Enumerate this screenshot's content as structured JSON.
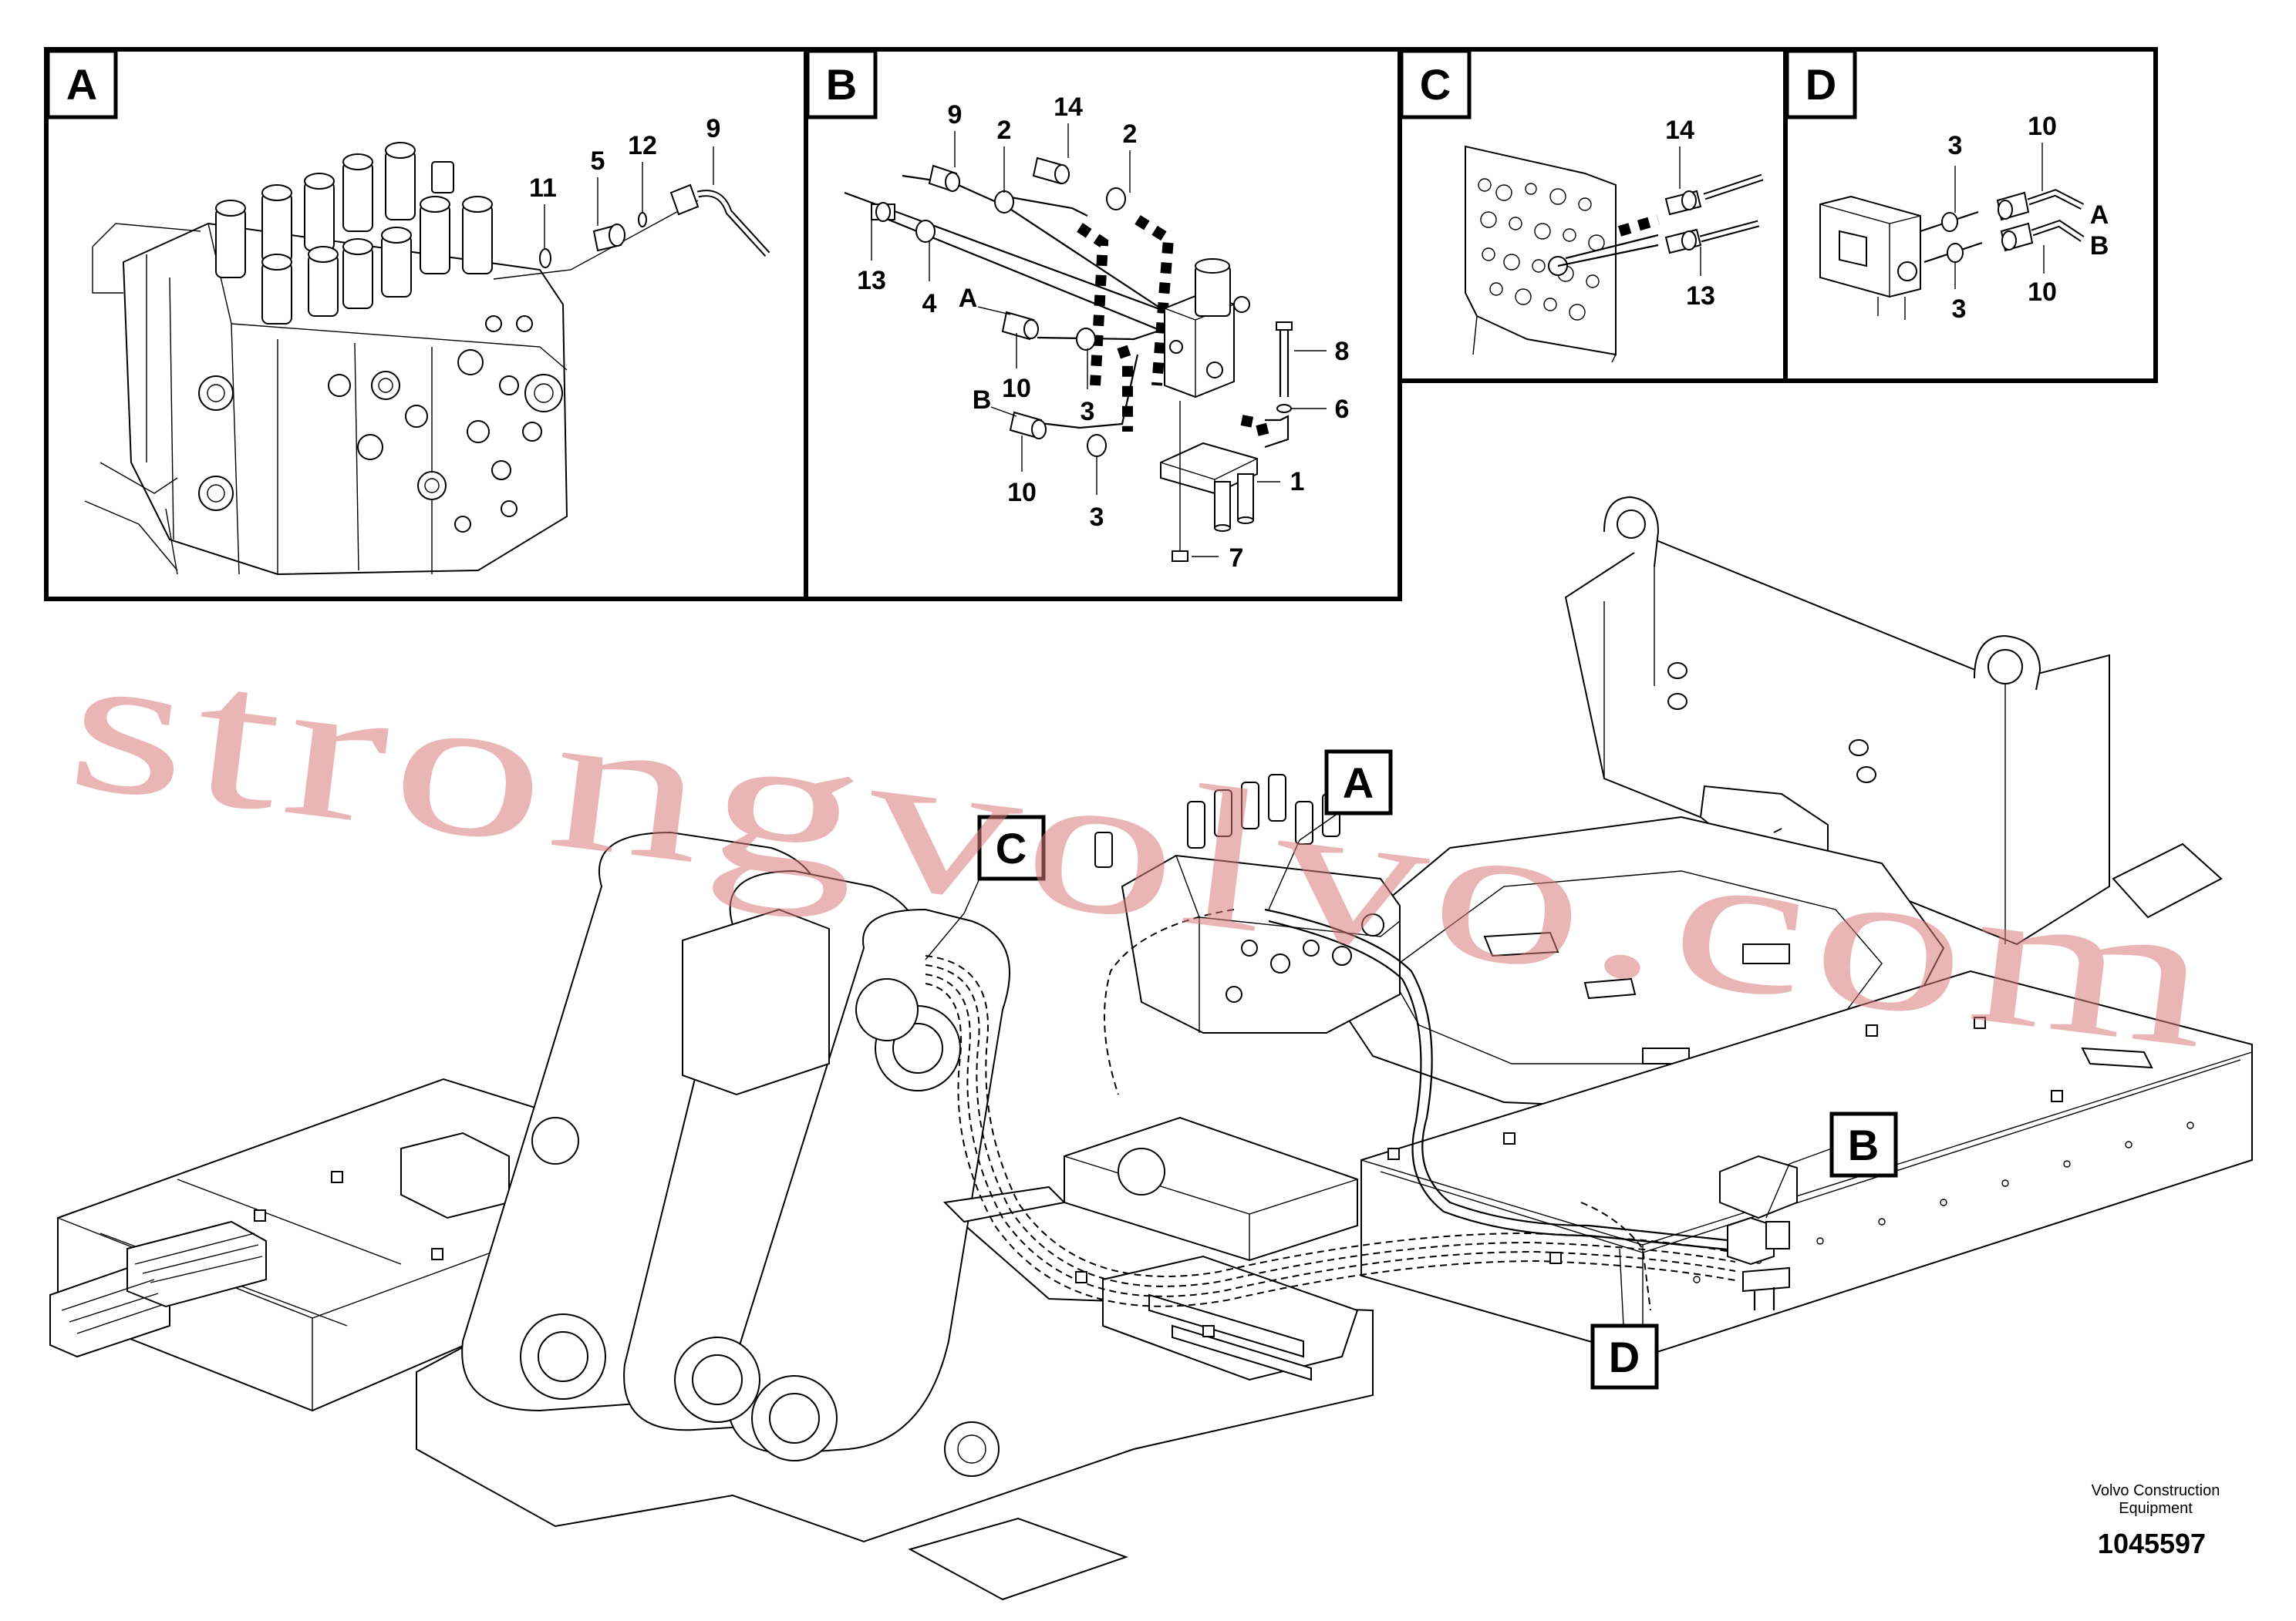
{
  "panels": {
    "A": {
      "letter": "A",
      "callouts": [
        "11",
        "5",
        "12",
        "9"
      ]
    },
    "B": {
      "letter": "B",
      "callouts": [
        "9",
        "2",
        "14",
        "2",
        "13",
        "4",
        "A",
        "10",
        "3",
        "B",
        "10",
        "3",
        "8",
        "6",
        "1",
        "7"
      ]
    },
    "C": {
      "letter": "C",
      "callouts": [
        "14",
        "13"
      ]
    },
    "D": {
      "letter": "D",
      "callouts": [
        "3",
        "10",
        "A",
        "B",
        "3",
        "10"
      ]
    }
  },
  "main_view": {
    "callouts": [
      "A",
      "B",
      "C",
      "D"
    ]
  },
  "watermark": "strongvolvo.com",
  "footer": {
    "company_line1": "Volvo Construction",
    "company_line2": "Equipment",
    "drawing_number": "1045597"
  }
}
